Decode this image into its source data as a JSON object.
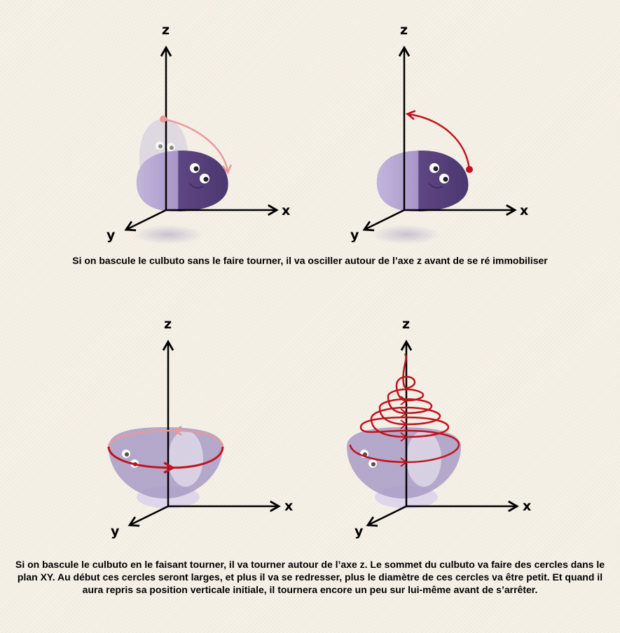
{
  "colors": {
    "axis": "#000000",
    "body_dark": "#5e4683",
    "body_light": "#b7a8d2",
    "arrow_red": "#c0141e",
    "arrow_pink": "#e89a9a",
    "ghost": "#cdc6de"
  },
  "panels": [
    {
      "id": "top-left",
      "z": "z",
      "x": "x",
      "y": "y"
    },
    {
      "id": "top-right",
      "z": "z",
      "x": "x",
      "y": "y"
    },
    {
      "id": "bottom-left",
      "z": "z",
      "x": "x",
      "y": "y"
    },
    {
      "id": "bottom-right",
      "z": "z",
      "x": "x",
      "y": "y"
    }
  ],
  "captions": {
    "top": "Si on bascule le culbuto  sans le faire tourner, il va osciller autour de l’axe z avant de se ré immobiliser",
    "bottom": "Si on bascule le culbuto  en le faisant tourner, il va tourner autour de l’axe z. Le sommet du culbuto va faire des cercles dans le plan XY. Au début ces cercles seront larges, et plus il va se redresser, plus le diamètre de ces cercles va être petit. Et quand il aura repris sa position verticale initiale, il tournera encore un peu sur lui-même avant de s’arrêter."
  }
}
